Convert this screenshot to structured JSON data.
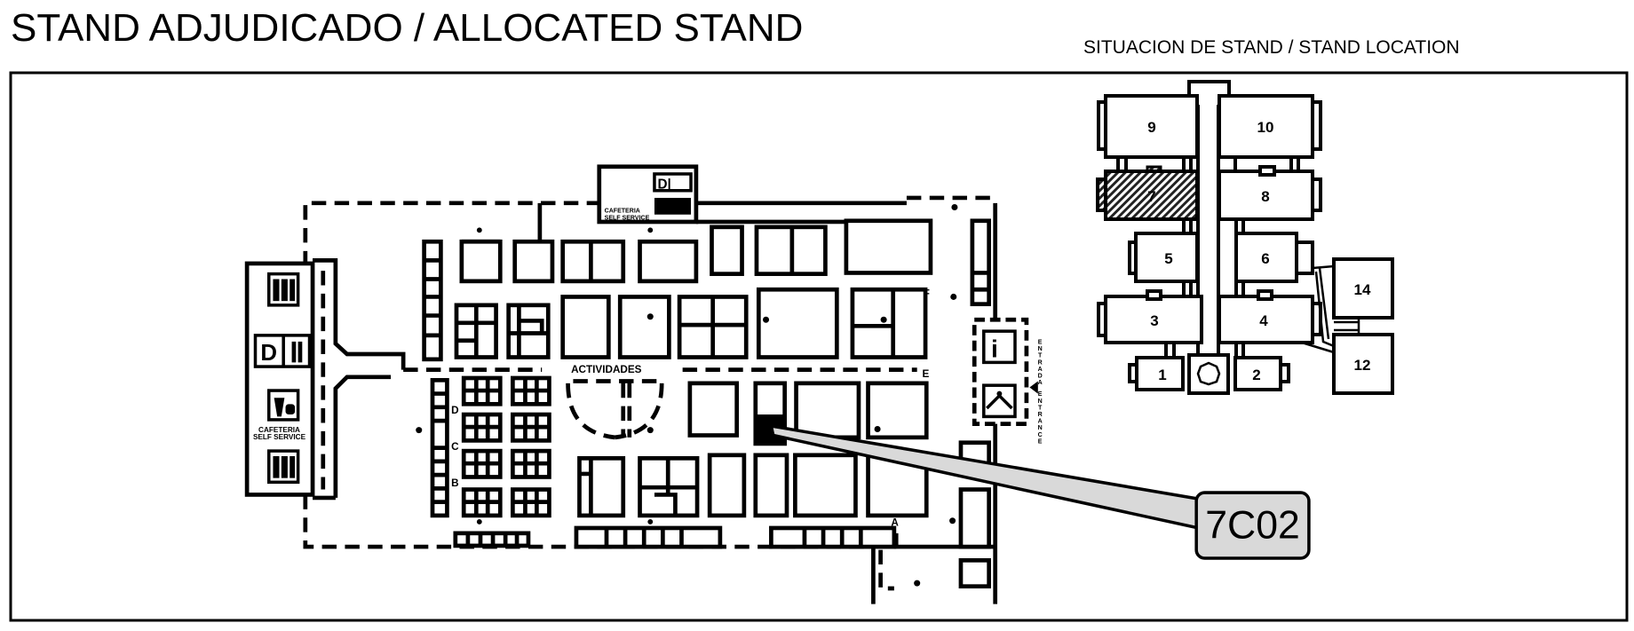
{
  "header": {
    "title": "STAND ADJUDICADO /  ALLOCATED STAND",
    "location_title": "SITUACION DE STAND / STAND LOCATION"
  },
  "allocated_stand": {
    "code": "7C02",
    "hall": "7",
    "highlight_color": "#000000",
    "callout_color": "#d9d9d9"
  },
  "hall_map": {
    "activities_label": "ACTIVIDADES",
    "cafeteria_label_1": "CAFETERIA",
    "cafeteria_label_2": "SELF SERVICE",
    "entrance_es": "ENTRADA",
    "entrance_en": "ENTRANCE",
    "aisles": {
      "a": "A",
      "b": "B",
      "c": "C",
      "d": "D",
      "e": "E",
      "f": "F"
    },
    "icons": [
      "toilets-icon",
      "restaurant-icon",
      "cafeteria-icon",
      "information-icon",
      "cloakroom-icon",
      "entrance-arrow-icon"
    ]
  },
  "location_map": {
    "halls": [
      "9",
      "10",
      "7",
      "8",
      "5",
      "6",
      "3",
      "4",
      "1",
      "2",
      "14",
      "12"
    ],
    "selected_hall": "7"
  }
}
